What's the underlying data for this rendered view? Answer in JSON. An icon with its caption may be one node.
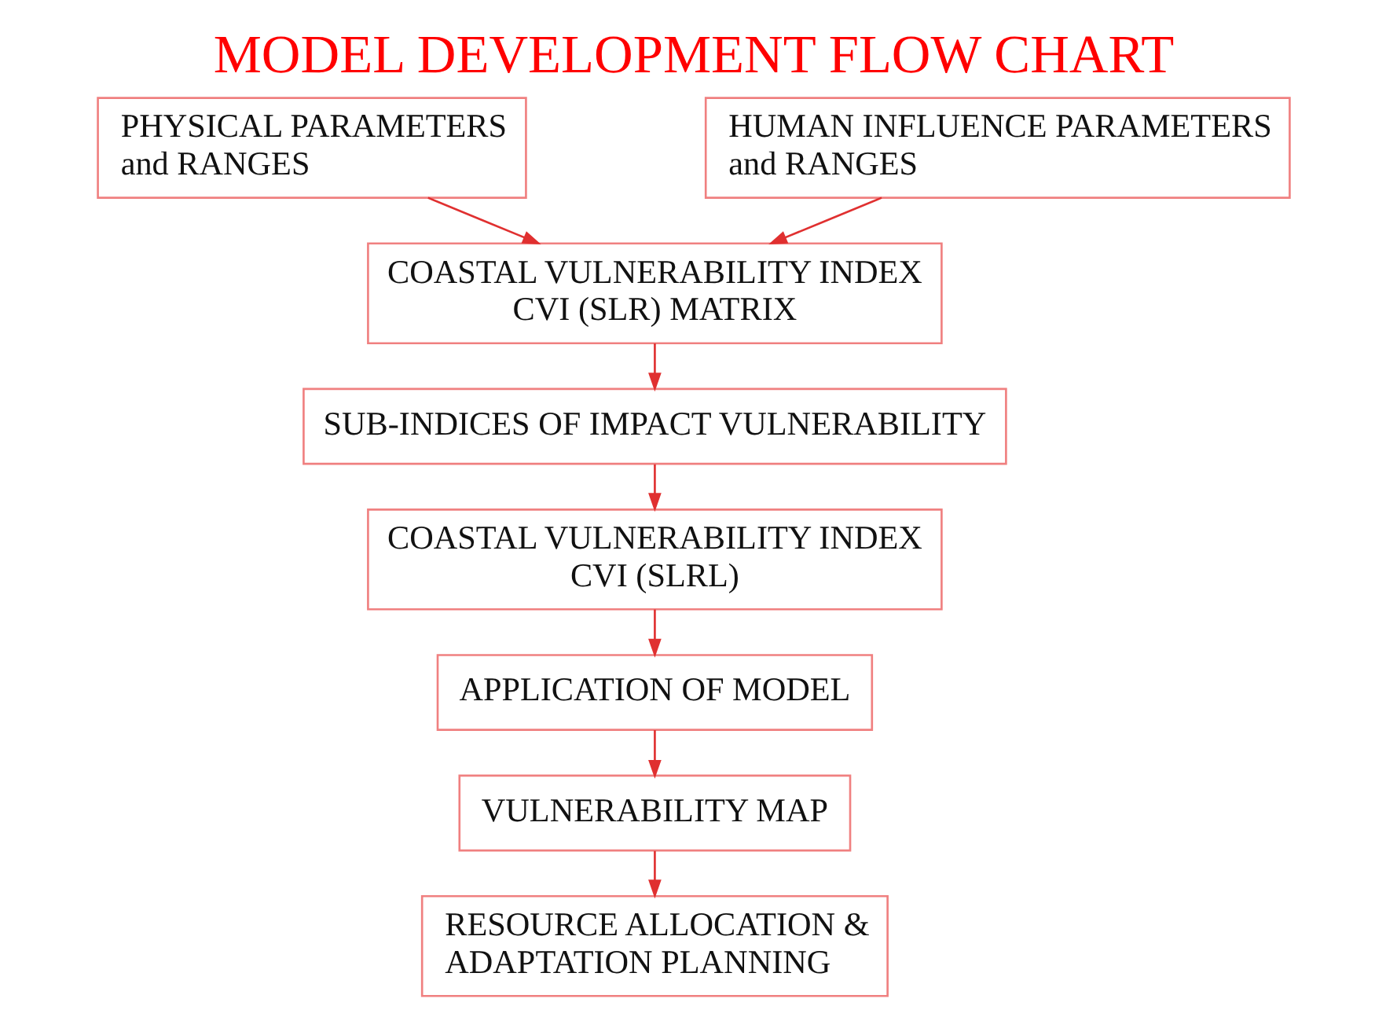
{
  "diagram": {
    "title": "MODEL DEVELOPMENT FLOW CHART",
    "nodes": [
      {
        "text": [
          "PHYSICAL PARAMETERS and RANGES"
        ]
      },
      {
        "text": [
          "HUMAN INFLUENCE PARAMETERS and RANGES"
        ]
      },
      {
        "text": [
          "COASTAL VULNERABILITY INDEX CVI (SLR) MATRIX"
        ]
      },
      {
        "text": [
          "SUB-INDICES OF IMPACT VULNERABILITY"
        ]
      },
      {
        "text": [
          "COASTAL VULNERABILITY INDEX CVI (SLRL)"
        ]
      },
      {
        "text": [
          "APPLICATION OF MODEL"
        ]
      },
      {
        "text": [
          "VULNERABILITY MAP"
        ]
      },
      {
        "text": [
          "RESOURCE ALLOCATION & ADAPTATION PLANNING"
        ]
      }
    ],
    "edges": [
      {
        "from": 0,
        "to": 2,
        "arrow": "to"
      },
      {
        "from": 1,
        "to": 2,
        "arrow": "to"
      },
      {
        "from": 2,
        "to": 3,
        "arrow": "to"
      },
      {
        "from": 3,
        "to": 4,
        "arrow": "to"
      },
      {
        "from": 4,
        "to": 5,
        "arrow": "to"
      },
      {
        "from": 5,
        "to": 6,
        "arrow": "to"
      },
      {
        "from": 6,
        "to": 7,
        "arrow": "to"
      }
    ]
  }
}
